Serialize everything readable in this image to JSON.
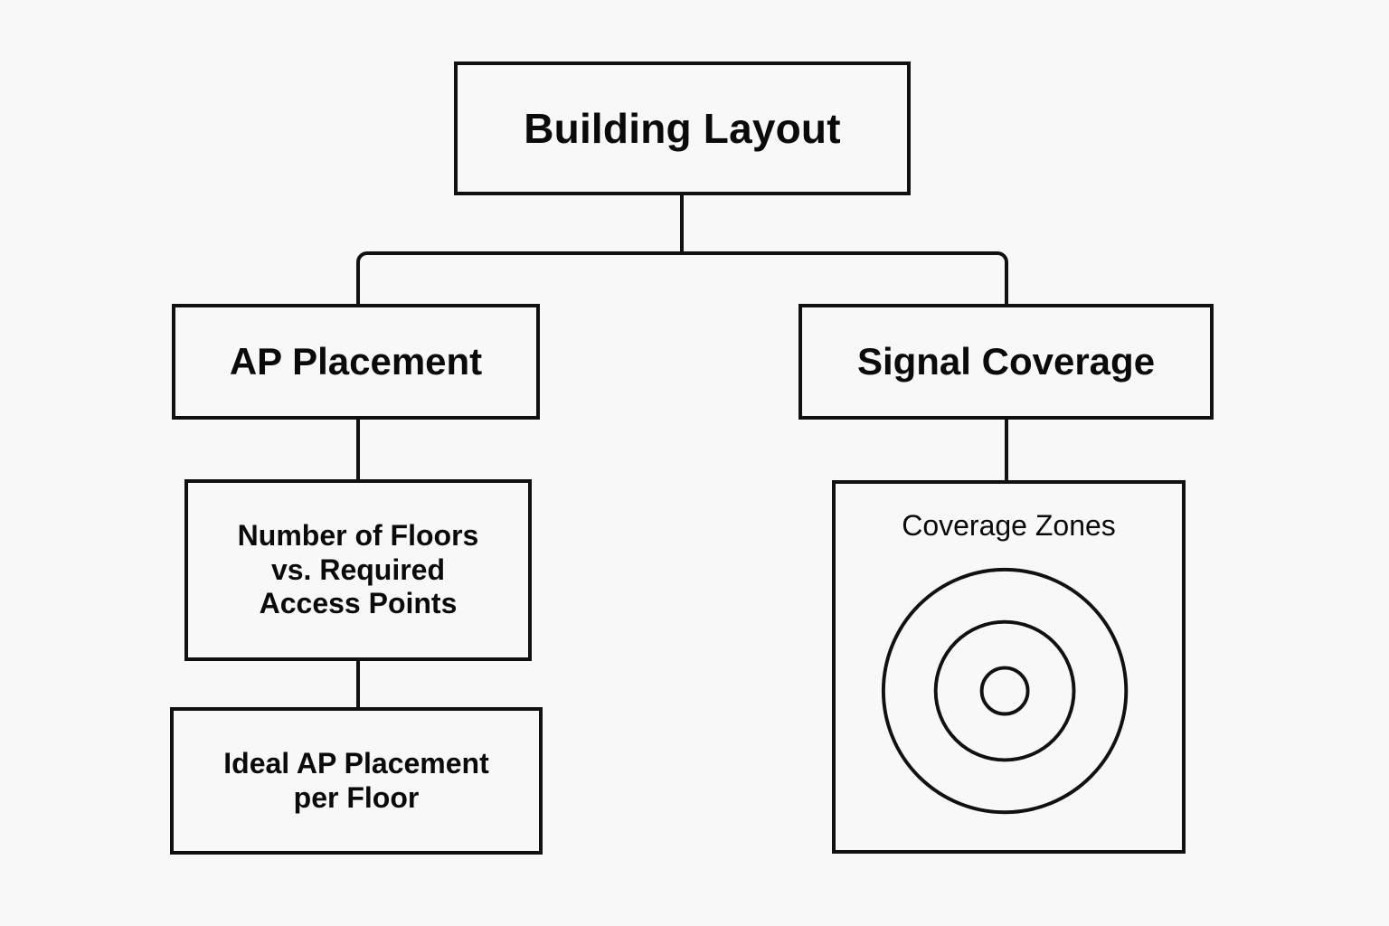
{
  "diagram": {
    "type": "hierarchy-tree",
    "background_color": "#f8f8f8",
    "line_color": "#111111",
    "text_color": "#0a0a0a",
    "nodes": {
      "root": {
        "label": "Building Layout"
      },
      "ap_placement": {
        "label": "AP Placement"
      },
      "signal_coverage": {
        "label": "Signal Coverage"
      },
      "floors_vs_aps": {
        "label": "Number of Floors\nvs. Required\nAccess Points"
      },
      "ideal_placement": {
        "label": "Ideal AP Placement\nper Floor"
      },
      "coverage_zones": {
        "label": "Coverage Zones",
        "rings": [
          {
            "name": "outer-coverage-ring",
            "radius": 137
          },
          {
            "name": "middle-coverage-ring",
            "radius": 78
          },
          {
            "name": "access-point-center",
            "radius": 26
          }
        ]
      }
    },
    "edges": [
      {
        "from": "root",
        "to": "ap_placement"
      },
      {
        "from": "root",
        "to": "signal_coverage"
      },
      {
        "from": "ap_placement",
        "to": "floors_vs_aps"
      },
      {
        "from": "floors_vs_aps",
        "to": "ideal_placement"
      },
      {
        "from": "signal_coverage",
        "to": "coverage_zones"
      }
    ]
  }
}
